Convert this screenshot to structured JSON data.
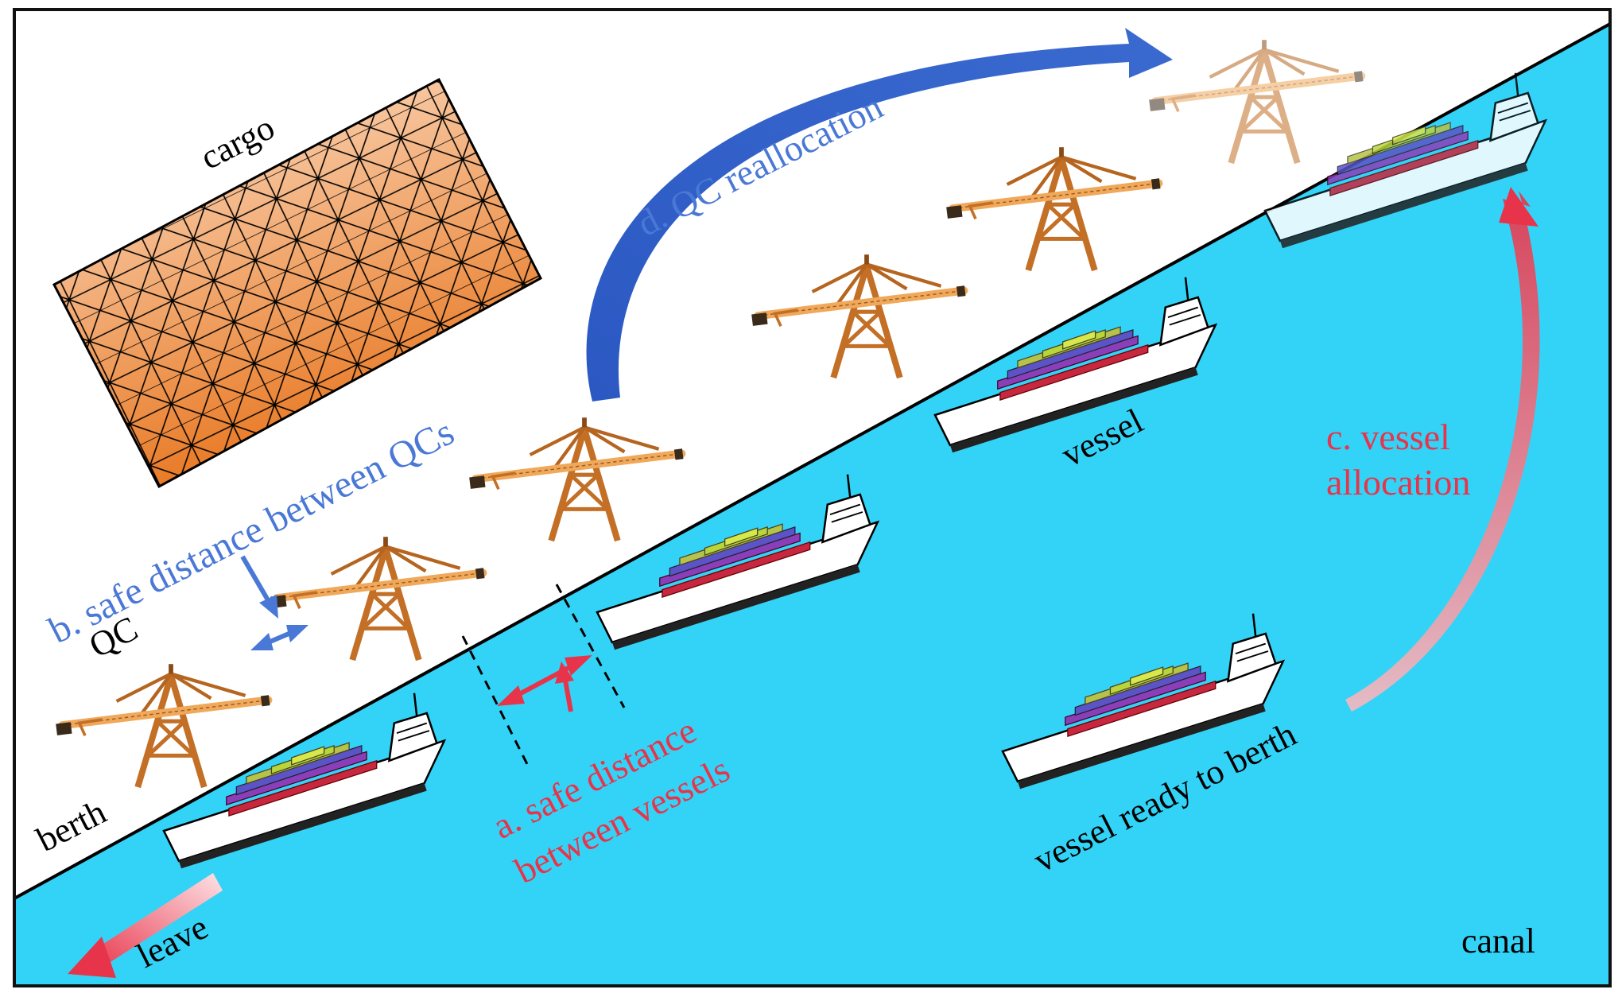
{
  "labels": {
    "cargo": "cargo",
    "berth": "berth",
    "qc": "QC",
    "vessel": "vessel",
    "canal": "canal",
    "leave": "leave",
    "vessel_ready": "vessel ready to berth",
    "safe_qc": "b. safe distance between QCs",
    "safe_vessels_line1": "a. safe distance",
    "safe_vessels_line2": "between vessels",
    "vessel_alloc_line1": "c. vessel",
    "vessel_alloc_line2": "allocation",
    "qc_realloc": "d. QC reallocation"
  },
  "colors": {
    "canal": "#33d3f7",
    "land": "#ffffff",
    "blue_label": "#4a78d6",
    "red_label": "#e8344a",
    "crane": "#c9752a",
    "crane_boom": "#f0a85a",
    "cargo_light": "#fde3cc",
    "cargo_dark": "#e8771e"
  },
  "icons": {
    "quay_crane": "quay-crane-icon",
    "container_ship": "container-ship-icon"
  }
}
